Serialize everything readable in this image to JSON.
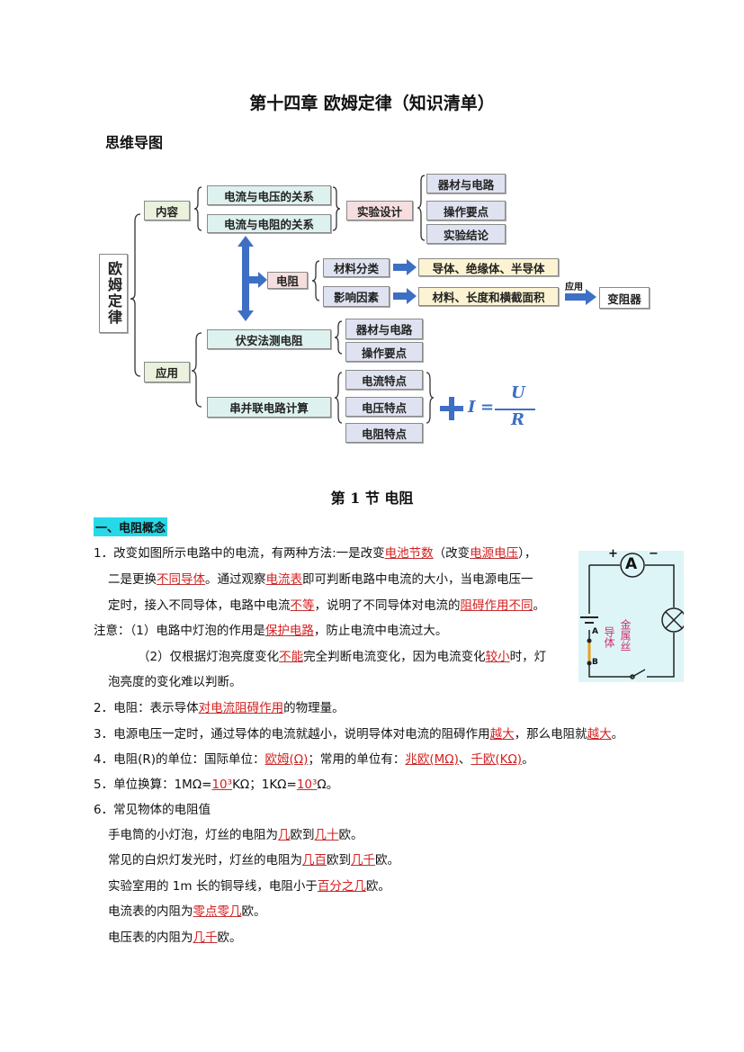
{
  "title": "第十四章 欧姆定律（知识清单）",
  "subtitle": "思维导图",
  "map": {
    "root": "欧姆定律",
    "content": "内容",
    "apply": "应用",
    "iu": "电流与电压的关系",
    "ir": "电流与电阻的关系",
    "design": "实验设计",
    "equip": "器材与电路",
    "ops": "操作要点",
    "concl": "实验结论",
    "resist": "电阻",
    "mat": "材料分类",
    "factor": "影响因素",
    "mat_res": "导体、绝缘体、半导体",
    "factor_res": "材料、长度和横截面积",
    "apply_small": "应用",
    "rheostat": "变阻器",
    "voltamm": "伏安法测电阻",
    "series": "串并联电路计算",
    "equip2": "器材与电路",
    "ops2": "操作要点",
    "cur": "电流特点",
    "vol": "电压特点",
    "res": "电阻特点",
    "formula_i": "I",
    "formula_eq": "=",
    "formula_u": "U",
    "formula_r": "R"
  },
  "section": "第 1 节  电阻",
  "heading": "一、电阻概念",
  "lines": [
    [
      [
        "1．改变如图所示电路中的电流，有两种方法:一是改变",
        0
      ],
      [
        "电池节数",
        1
      ],
      [
        "（改变",
        0
      ],
      [
        "电源电压",
        1
      ],
      [
        "），",
        0
      ]
    ],
    [
      [
        "二是更换",
        0
      ],
      [
        "不同导体",
        1
      ],
      [
        "。通过观察",
        0
      ],
      [
        "电流表",
        1
      ],
      [
        "即可判断电路中电流的大小，当电源电压一",
        0
      ]
    ],
    [
      [
        "定时，接入不同导体，电路中电流",
        0
      ],
      [
        "不等",
        1
      ],
      [
        "，说明了不同导体对电流的",
        0
      ],
      [
        "阻碍作用不同",
        1
      ],
      [
        "。",
        0
      ]
    ],
    [
      [
        "注意：（1）电路中灯泡的作用是",
        0
      ],
      [
        "保护电路",
        1
      ],
      [
        "，防止电流中电流过大。",
        0
      ]
    ],
    [
      [
        "（2）仅根据灯泡亮度变化",
        0
      ],
      [
        "不能",
        1
      ],
      [
        "完全判断电流变化，因为电流变化",
        0
      ],
      [
        "较小",
        1
      ],
      [
        "时，灯",
        0
      ]
    ],
    [
      [
        "泡亮度的变化难以判断。",
        0
      ]
    ],
    [
      [
        "2．电阻：表示导体",
        0
      ],
      [
        "对电流阻碍作用",
        1
      ],
      [
        "的物理量。",
        0
      ]
    ],
    [
      [
        "3．电源电压一定时，通过导体的电流就越小，说明导体对电流的阻碍作用",
        0
      ],
      [
        "越大",
        1
      ],
      [
        "，那么电阻就",
        0
      ],
      [
        "越大",
        1
      ],
      [
        "。",
        0
      ]
    ],
    [
      [
        "4．电阻(R)的单位：国际单位：",
        0
      ],
      [
        "欧姆(Ω)",
        1
      ],
      [
        "；常用的单位有：",
        0
      ],
      [
        "兆欧(MΩ)",
        1
      ],
      [
        "、",
        0
      ],
      [
        "千欧(KΩ)",
        1
      ],
      [
        "。",
        0
      ]
    ],
    [
      [
        "5．单位换算：1MΩ=",
        0
      ],
      [
        "10³",
        1
      ],
      [
        "KΩ；1KΩ=",
        0
      ],
      [
        "10³",
        1
      ],
      [
        "Ω。",
        0
      ]
    ],
    [
      [
        "6．常见物体的电阻值",
        0
      ]
    ],
    [
      [
        "手电筒的小灯泡，灯丝的电阻为",
        0
      ],
      [
        "几",
        1
      ],
      [
        "欧到",
        0
      ],
      [
        "几十",
        1
      ],
      [
        "欧。",
        0
      ]
    ],
    [
      [
        "常见的白炽灯发光时，灯丝的电阻为",
        0
      ],
      [
        "几百",
        1
      ],
      [
        "欧到",
        0
      ],
      [
        "几千",
        1
      ],
      [
        "欧。",
        0
      ]
    ],
    [
      [
        "实验室用的 1m 长的铜导线，电阻小于",
        0
      ],
      [
        "百分之几",
        1
      ],
      [
        "欧。",
        0
      ]
    ],
    [
      [
        "电流表的内阻为",
        0
      ],
      [
        "零点零几",
        1
      ],
      [
        "欧。",
        0
      ]
    ],
    [
      [
        "电压表的内阻为",
        0
      ],
      [
        "几千",
        1
      ],
      [
        "欧。",
        0
      ]
    ]
  ],
  "circuit": {
    "plus": "+",
    "minus": "−",
    "ammeter": "A",
    "a": "A",
    "b": "B",
    "conductor": "导体",
    "wire": "金属丝"
  }
}
